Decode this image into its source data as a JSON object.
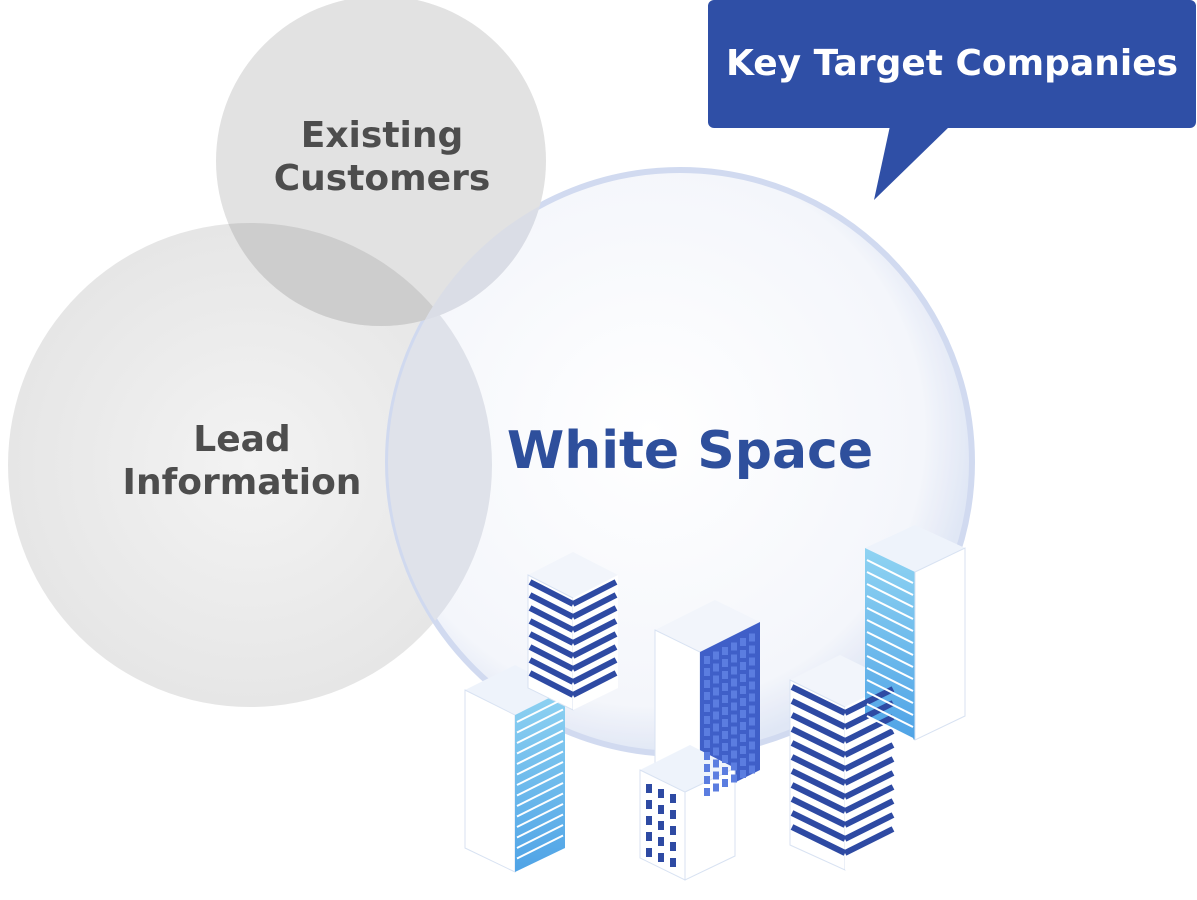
{
  "diagram": {
    "circles": {
      "existing_customers": {
        "line1": "Existing",
        "line2": "Customers"
      },
      "lead_information": {
        "line1": "Lead",
        "line2": "Information"
      },
      "white_space": {
        "label": "White Space"
      }
    },
    "callout": {
      "label": "Key Target Companies"
    }
  },
  "colors": {
    "brand_blue": "#2e4f9c",
    "callout_blue": "#2f4fa6",
    "circle_gray": "#e9e9e9",
    "overlap_gray": "#cfcfcf",
    "text_gray": "#4d4d4d"
  },
  "icons": [
    "isometric-buildings-illustration",
    "speech-bubble-callout"
  ]
}
